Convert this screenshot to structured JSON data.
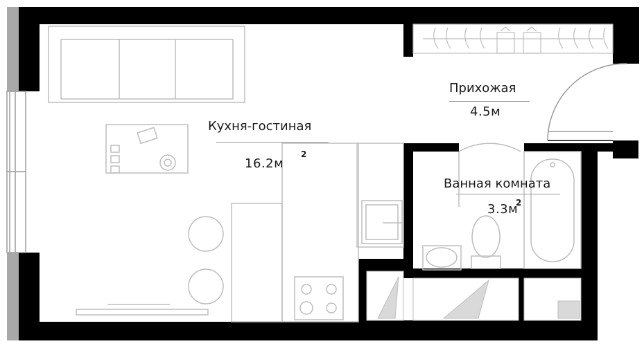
{
  "rooms": {
    "living": {
      "name": "Кухня-гостиная",
      "area_value": "16.2м",
      "area_unit": "2"
    },
    "hall": {
      "name": "Прихожая",
      "area_value": "4.5м"
    },
    "bath": {
      "name": "Ванная комната",
      "area_value": "3.3м",
      "area_unit": "2"
    }
  },
  "colors": {
    "wall": "#000000",
    "furniture": "#bdbdbd",
    "floor": "#ffffff",
    "window": "#9a9a9a"
  }
}
